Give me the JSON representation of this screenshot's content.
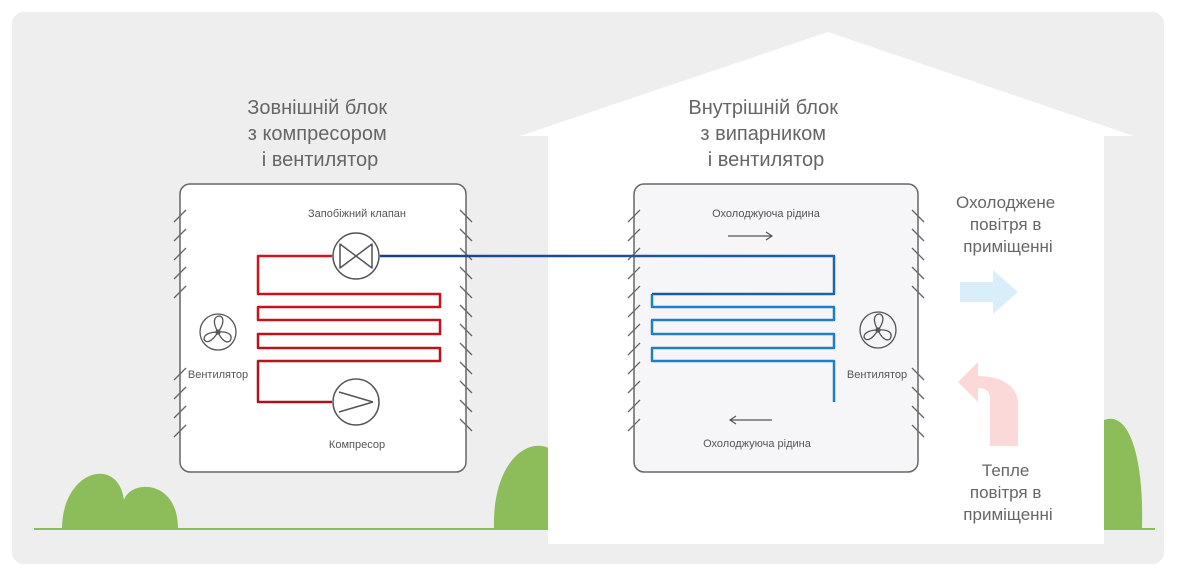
{
  "outdoor_unit": {
    "title_lines": [
      "Зовнішній блок",
      "з компресором",
      "і вентилятор"
    ],
    "valve_label": "Запобіжний клапан",
    "fan_label": "Вентилятор",
    "compressor_label": "Компресор"
  },
  "indoor_unit": {
    "title_lines": [
      "Внутрішній блок",
      "з випарником",
      "і вентилятор"
    ],
    "refrigerant_top_label": "Охолоджуюча рідина",
    "refrigerant_bottom_label": "Охолоджуюча рідина",
    "fan_label": "Вентилятор"
  },
  "air": {
    "cooled_lines": [
      "Охолоджене",
      "повітря в",
      "приміщенні"
    ],
    "warm_lines": [
      "Тепле",
      "повітря в",
      "приміщенні"
    ]
  },
  "colors": {
    "background": "#eeeeee",
    "house": "#ffffff",
    "unit_border": "#666666",
    "hot_pipe": "#c0121c",
    "cold_pipe": "#1a4f8c",
    "light_pipe": "#22a7d8",
    "grass": "#8dbd5a",
    "cool_air": "#d8eef8",
    "warm_air": "#fbd9d9",
    "text": "#666666"
  }
}
